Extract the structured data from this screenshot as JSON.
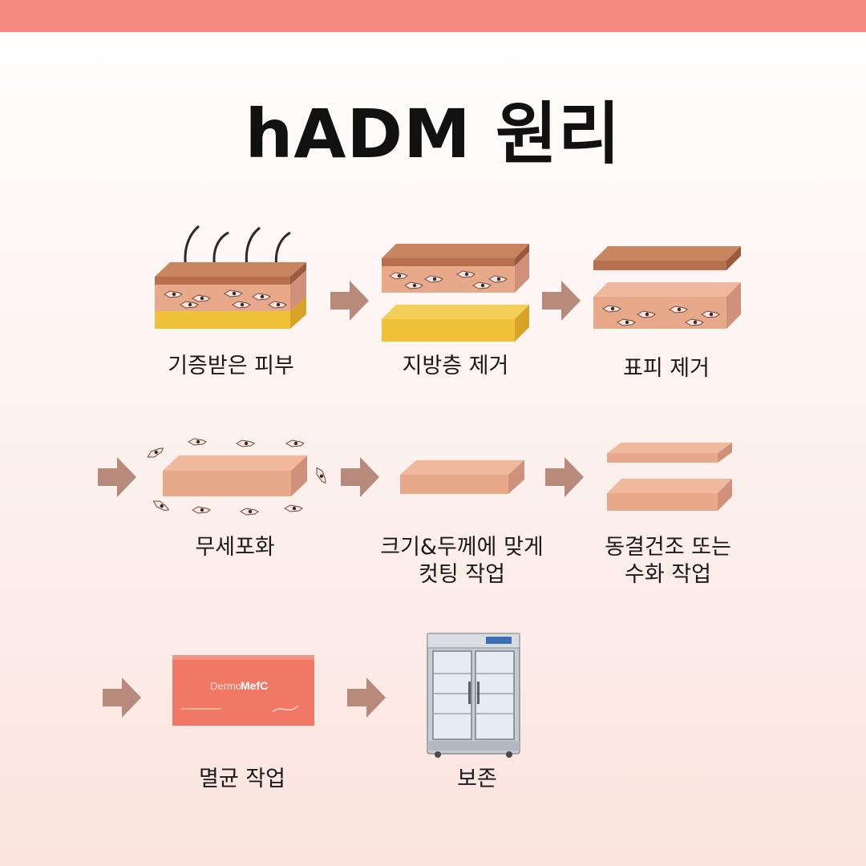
{
  "title": "hADM 원리",
  "steps": {
    "s1": "기증받은 피부",
    "s2": "지방층 제거",
    "s3": "표피 제거",
    "s4": "무세포화",
    "s5a": "크기&두께에 맞게",
    "s5b": "컷팅 작업",
    "s6a": "동결건조 또는",
    "s6b": "수화 작업",
    "s7": "멸균 작업",
    "s8": "보존"
  },
  "box": {
    "brand_a": "Dermo",
    "brand_b": "MefC"
  },
  "colors": {
    "band": "#f58a80",
    "epidermis": "#b8704e",
    "dermis": "#e8a98a",
    "fat": "#f0c23a",
    "arrow": "#b88a7c",
    "box": "#f07865"
  }
}
